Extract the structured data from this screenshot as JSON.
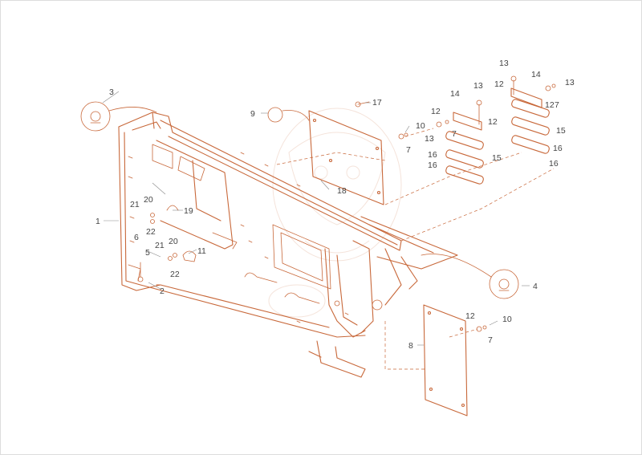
{
  "colors": {
    "line": "#c8683a",
    "text": "#444444",
    "dash": "#c8683a",
    "background": "#ffffff",
    "frame": "#dddddd"
  },
  "callouts": {
    "c1": "1",
    "c2": "2",
    "c3": "3",
    "c4": "4",
    "c5": "5",
    "c6": "6",
    "c7a": "7",
    "c7b": "7",
    "c7c": "7",
    "c7d": "7",
    "c8": "8",
    "c9": "9",
    "c10a": "10",
    "c10b": "10",
    "c11": "11",
    "c12a": "12",
    "c12b": "12",
    "c12c": "12",
    "c12d": "12",
    "c12e": "12",
    "c13a": "13",
    "c13b": "13",
    "c13c": "13",
    "c13d": "13",
    "c14a": "14",
    "c14b": "14",
    "c15a": "15",
    "c15b": "15",
    "c16a": "16",
    "c16b": "16",
    "c16c": "16",
    "c16d": "16",
    "c17": "17",
    "c18": "18",
    "c19": "19",
    "c20a": "20",
    "c20b": "20",
    "c21a": "21",
    "c21b": "21",
    "c22a": "22",
    "c22b": "22"
  }
}
